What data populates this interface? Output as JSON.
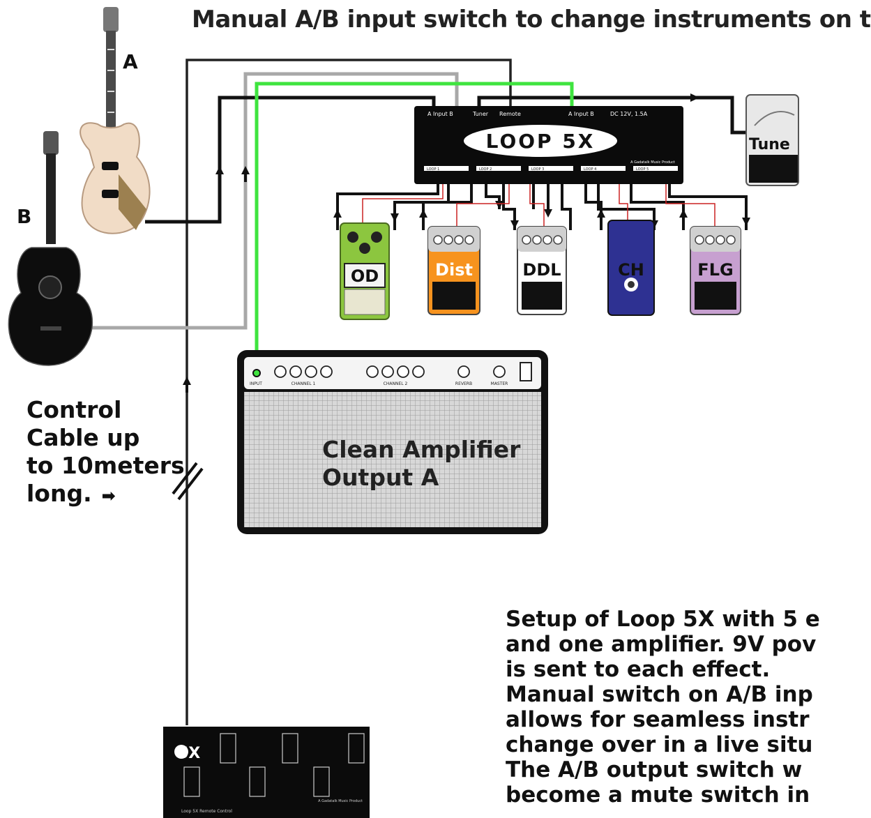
{
  "title": "Manual A/B input switch to change instruments on t",
  "guitar_a_label": "A",
  "guitar_b_label": "B",
  "loop_unit": {
    "logo": "LOOP 5X",
    "top_labels": [
      "A Input B",
      "Tuner",
      "Remote",
      "A Input B",
      "DC 12V, 1.5A"
    ],
    "brand": "A Gadatalk Music Product",
    "loop_labels": [
      "LOOP 1",
      "LOOP 2",
      "LOOP 3",
      "LOOP 4",
      "LOOP 5"
    ]
  },
  "tuner_label": "Tune",
  "pedals": [
    {
      "label": "OD",
      "color": "#8cc63f"
    },
    {
      "label": "Dist",
      "color": "#f7931e"
    },
    {
      "label": "DDL",
      "color": "#ffffff"
    },
    {
      "label": "CH",
      "color": "#2e3192"
    },
    {
      "label": "FLG",
      "color": "#c7a0d0"
    }
  ],
  "amp": {
    "labels": [
      "INPUT",
      "CHANNEL 1",
      "CHANNEL 2",
      "REVERB",
      "MASTER"
    ],
    "title_line1": "Clean Amplifier",
    "title_line2": "Output A"
  },
  "control_cable": {
    "line1": "Control",
    "line2": "Cable up",
    "line3": "to 10meters",
    "line4": "long."
  },
  "description": [
    "Setup of Loop 5X with 5 e",
    "and one amplifier. 9V pov",
    "is sent to each effect.",
    "Manual switch on A/B inp",
    "allows for seamless instr",
    "change over in a live situ",
    "The A/B output switch w",
    "become a mute switch in"
  ],
  "remote": {
    "logo": "5X",
    "footer_left": "Loop 5X Remote Control",
    "footer_right": "A Gadatalk Music Product"
  },
  "colors": {
    "green_cable": "#3fe43f",
    "gray_cable": "#a8a8a8",
    "black_cable": "#111111",
    "red_wire": "#cc2222"
  }
}
